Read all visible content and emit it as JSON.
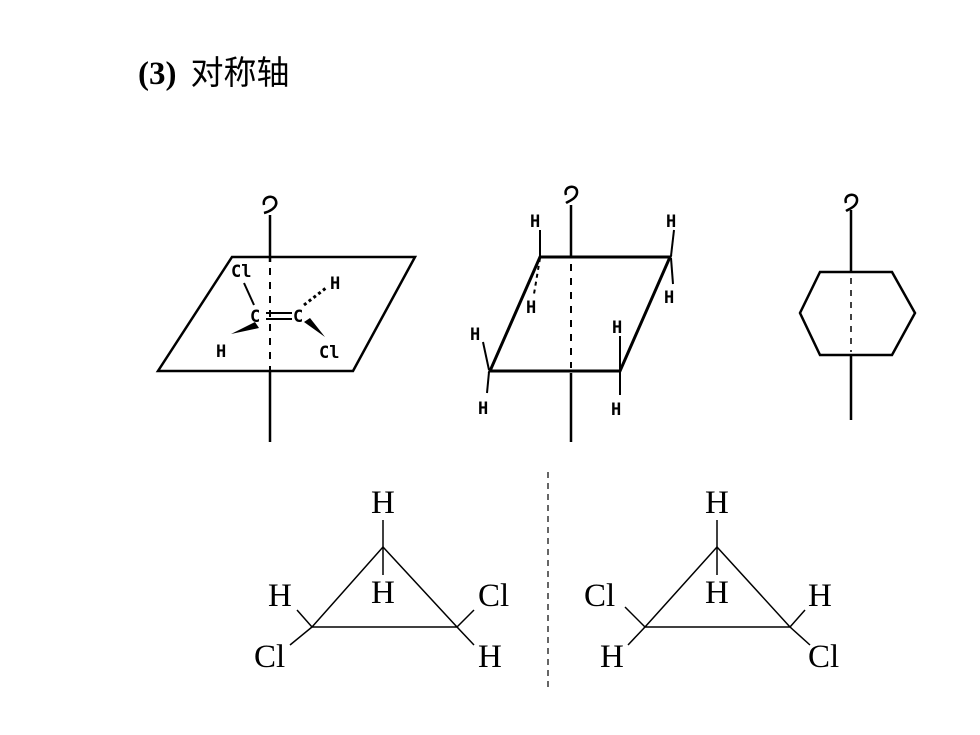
{
  "title": {
    "number": "(3)",
    "text": "对称轴"
  },
  "ethylene": {
    "cl1": "Cl",
    "cl2": "Cl",
    "h1": "H",
    "h2": "H",
    "c1": "C",
    "c2": "C"
  },
  "square": {
    "h_tl_top": "H",
    "h_tr_top": "H",
    "h_tl_bot": "H",
    "h_tr_bot": "H",
    "h_bl_top": "H",
    "h_br_top": "H",
    "h_bl_bot": "H",
    "h_br_bot": "H"
  },
  "triangle_left": {
    "top": "H",
    "apex_inner": "H",
    "left_upper": "H",
    "left_lower": "Cl",
    "right_upper": "Cl",
    "right_lower": "H"
  },
  "triangle_right": {
    "top": "H",
    "apex_inner": "H",
    "left_upper": "Cl",
    "left_lower": "H",
    "right_upper": "H",
    "right_lower": "Cl"
  }
}
